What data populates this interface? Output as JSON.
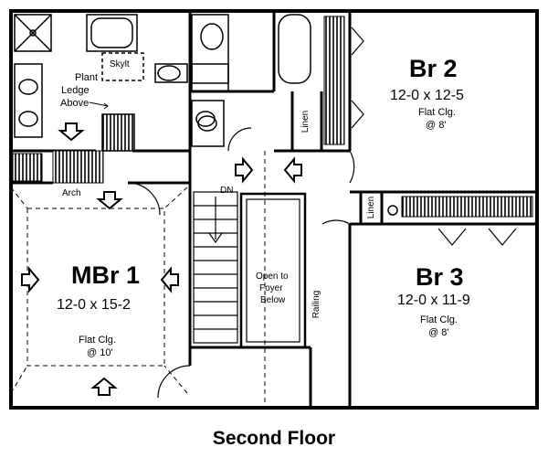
{
  "footer_title": "Second Floor",
  "rooms": {
    "master": {
      "name": "MBr 1",
      "size": "12-0 x 15-2",
      "ceiling": "Flat Clg.",
      "height": "@ 10'"
    },
    "br2": {
      "name": "Br 2",
      "size": "12-0 x 12-5",
      "ceiling": "Flat Clg.",
      "height": "@ 8'"
    },
    "br3": {
      "name": "Br 3",
      "size": "12-0 x 11-9",
      "ceiling": "Flat Clg.",
      "height": "@ 8'"
    }
  },
  "labels": {
    "skylight": "Skylt",
    "plant_ledge_1": "Plant",
    "plant_ledge_2": "Ledge",
    "plant_ledge_3": "Above",
    "arch": "Arch",
    "stair_dn": "DN",
    "open_1": "Open to",
    "open_2": "Foyer",
    "open_3": "Below",
    "railing": "Railing",
    "linen_1": "Linen",
    "linen_2": "Linen"
  }
}
